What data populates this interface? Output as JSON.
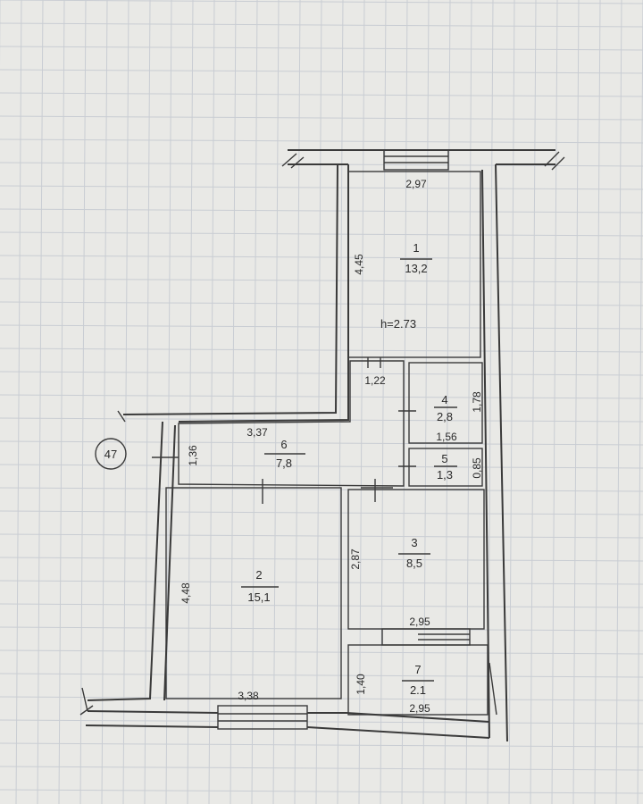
{
  "apartment_number": "47",
  "ceiling_height": "h=2.73",
  "rooms": [
    {
      "number": "1",
      "area": "13,2"
    },
    {
      "number": "2",
      "area": "15,1"
    },
    {
      "number": "3",
      "area": "8,5"
    },
    {
      "number": "4",
      "area": "2,8"
    },
    {
      "number": "5",
      "area": "1,3"
    },
    {
      "number": "6",
      "area": "7,8"
    },
    {
      "number": "7",
      "area": "2.1"
    }
  ],
  "dimensions": {
    "room1_width": "2,97",
    "room1_length": "4,45",
    "door_width": "1,22",
    "room4_length": "1,78",
    "room4_width": "1,56",
    "room5_length": "0,85",
    "room6_length": "3,37",
    "room6_width": "1,36",
    "room2_length": "4,48",
    "room2_width": "3,38",
    "room3_length": "2,87",
    "room3_width": "2,95",
    "room7_length": "1,40",
    "room7_width": "2,95"
  }
}
